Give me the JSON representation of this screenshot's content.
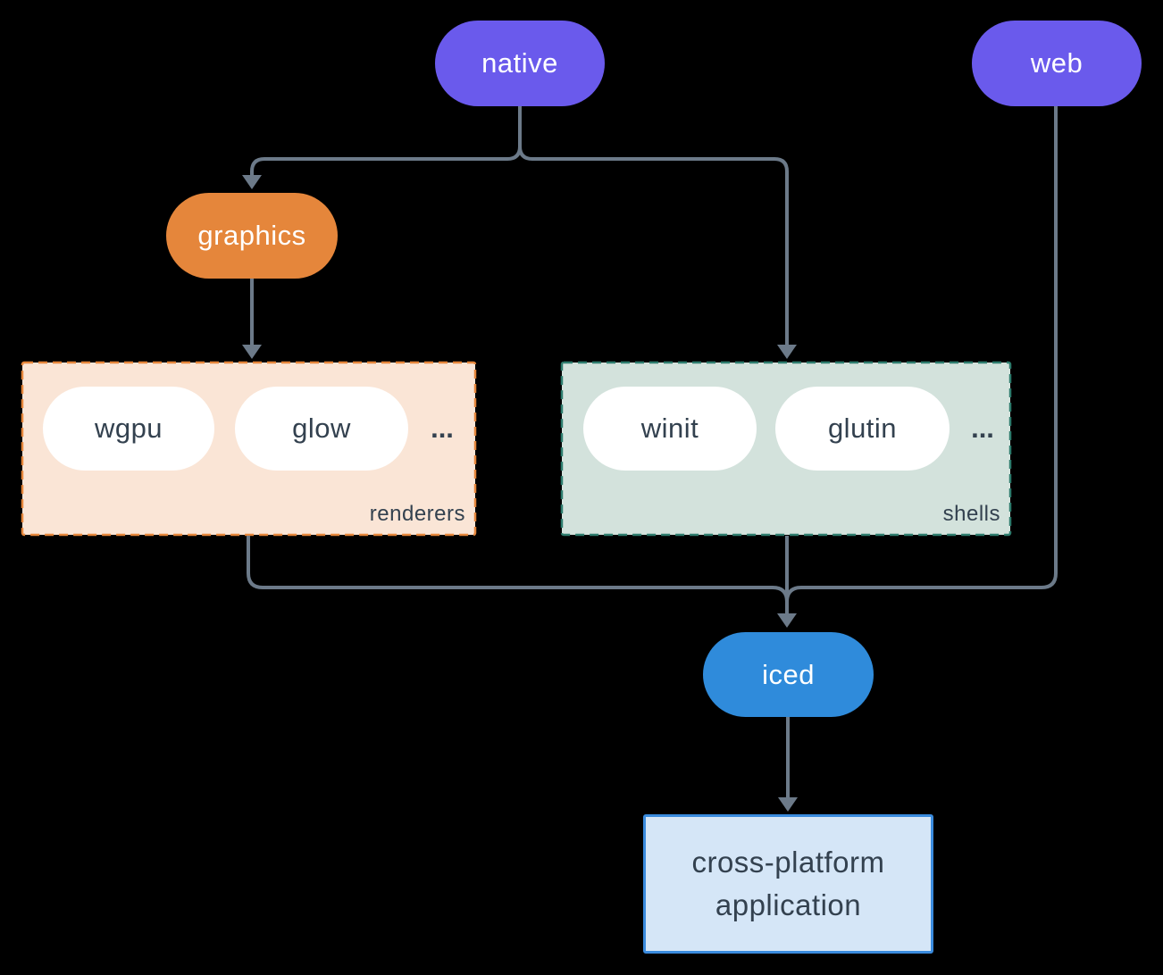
{
  "colors": {
    "background": "#000000",
    "edge": "#6C7A89",
    "node-purple": "#6A5AEC",
    "node-orange": "#E5863B",
    "node-blue": "#2F8BDB",
    "node-text": "#FFFFFF",
    "dark-text": "#33414F",
    "pill-white": "#FFFFFF",
    "renderers-bg": "#FAE5D6",
    "renderers-border": "#E5863B",
    "shells-bg": "#D3E2DC",
    "shells-border": "#2E7D6E",
    "app-bg": "#D5E6F7",
    "app-border": "#3A8BDE"
  },
  "nodes": {
    "native": {
      "label": "native"
    },
    "web": {
      "label": "web"
    },
    "graphics": {
      "label": "graphics"
    },
    "iced": {
      "label": "iced"
    },
    "application": {
      "label": "cross-platform application"
    }
  },
  "groups": {
    "renderers": {
      "label": "renderers",
      "items": [
        "wgpu",
        "glow"
      ],
      "ellipsis": "..."
    },
    "shells": {
      "label": "shells",
      "items": [
        "winit",
        "glutin"
      ],
      "ellipsis": "..."
    }
  }
}
